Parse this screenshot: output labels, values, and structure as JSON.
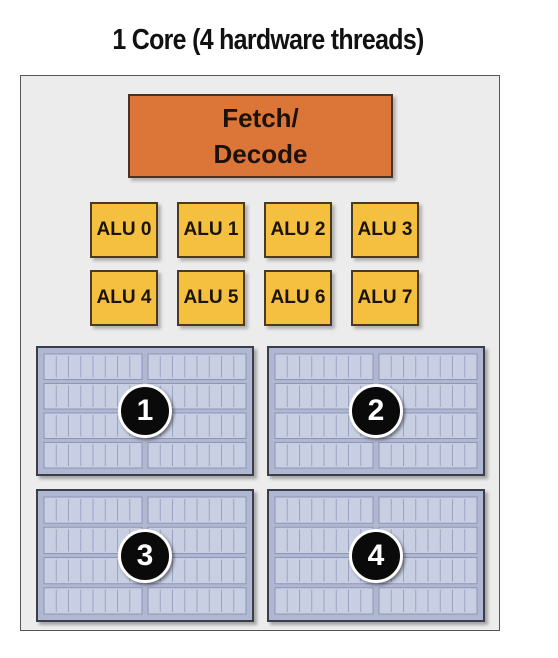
{
  "title": "1 Core (4 hardware threads)",
  "fetch_decode": {
    "label": "Fetch/\nDecode"
  },
  "alus": [
    {
      "label": "ALU 0"
    },
    {
      "label": "ALU 1"
    },
    {
      "label": "ALU 2"
    },
    {
      "label": "ALU 3"
    },
    {
      "label": "ALU 4"
    },
    {
      "label": "ALU 5"
    },
    {
      "label": "ALU 6"
    },
    {
      "label": "ALU 7"
    }
  ],
  "contexts": [
    {
      "number": "1"
    },
    {
      "number": "2"
    },
    {
      "number": "3"
    },
    {
      "number": "4"
    }
  ],
  "colors": {
    "fetch_decode": "#dc7638",
    "alu": "#f5bf3f",
    "context_block": "#b0b7d0",
    "core_background": "#ececec",
    "badge": "#0a0a0a"
  }
}
